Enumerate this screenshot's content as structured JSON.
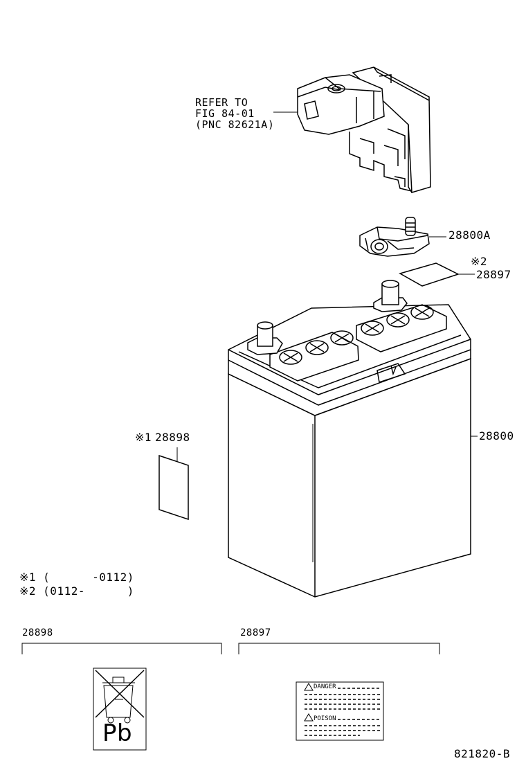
{
  "refer": {
    "line1": "REFER TO",
    "line2": "FIG 84-01",
    "line3": "(PNC 82621A)"
  },
  "callouts": {
    "clamp": "28800A",
    "label_mark": "※2",
    "label": "28897",
    "battery": "28800",
    "recycle_mark": "※1",
    "recycle": "28898"
  },
  "notes": {
    "n1": "※1 (      -0112)",
    "n2": "※2 (0112-      )"
  },
  "detail_left": {
    "part": "28898",
    "symbol": "Pb"
  },
  "detail_right": {
    "part": "28897",
    "danger": "DANGER",
    "poison": "POISON"
  },
  "figure_id": "821820-B"
}
